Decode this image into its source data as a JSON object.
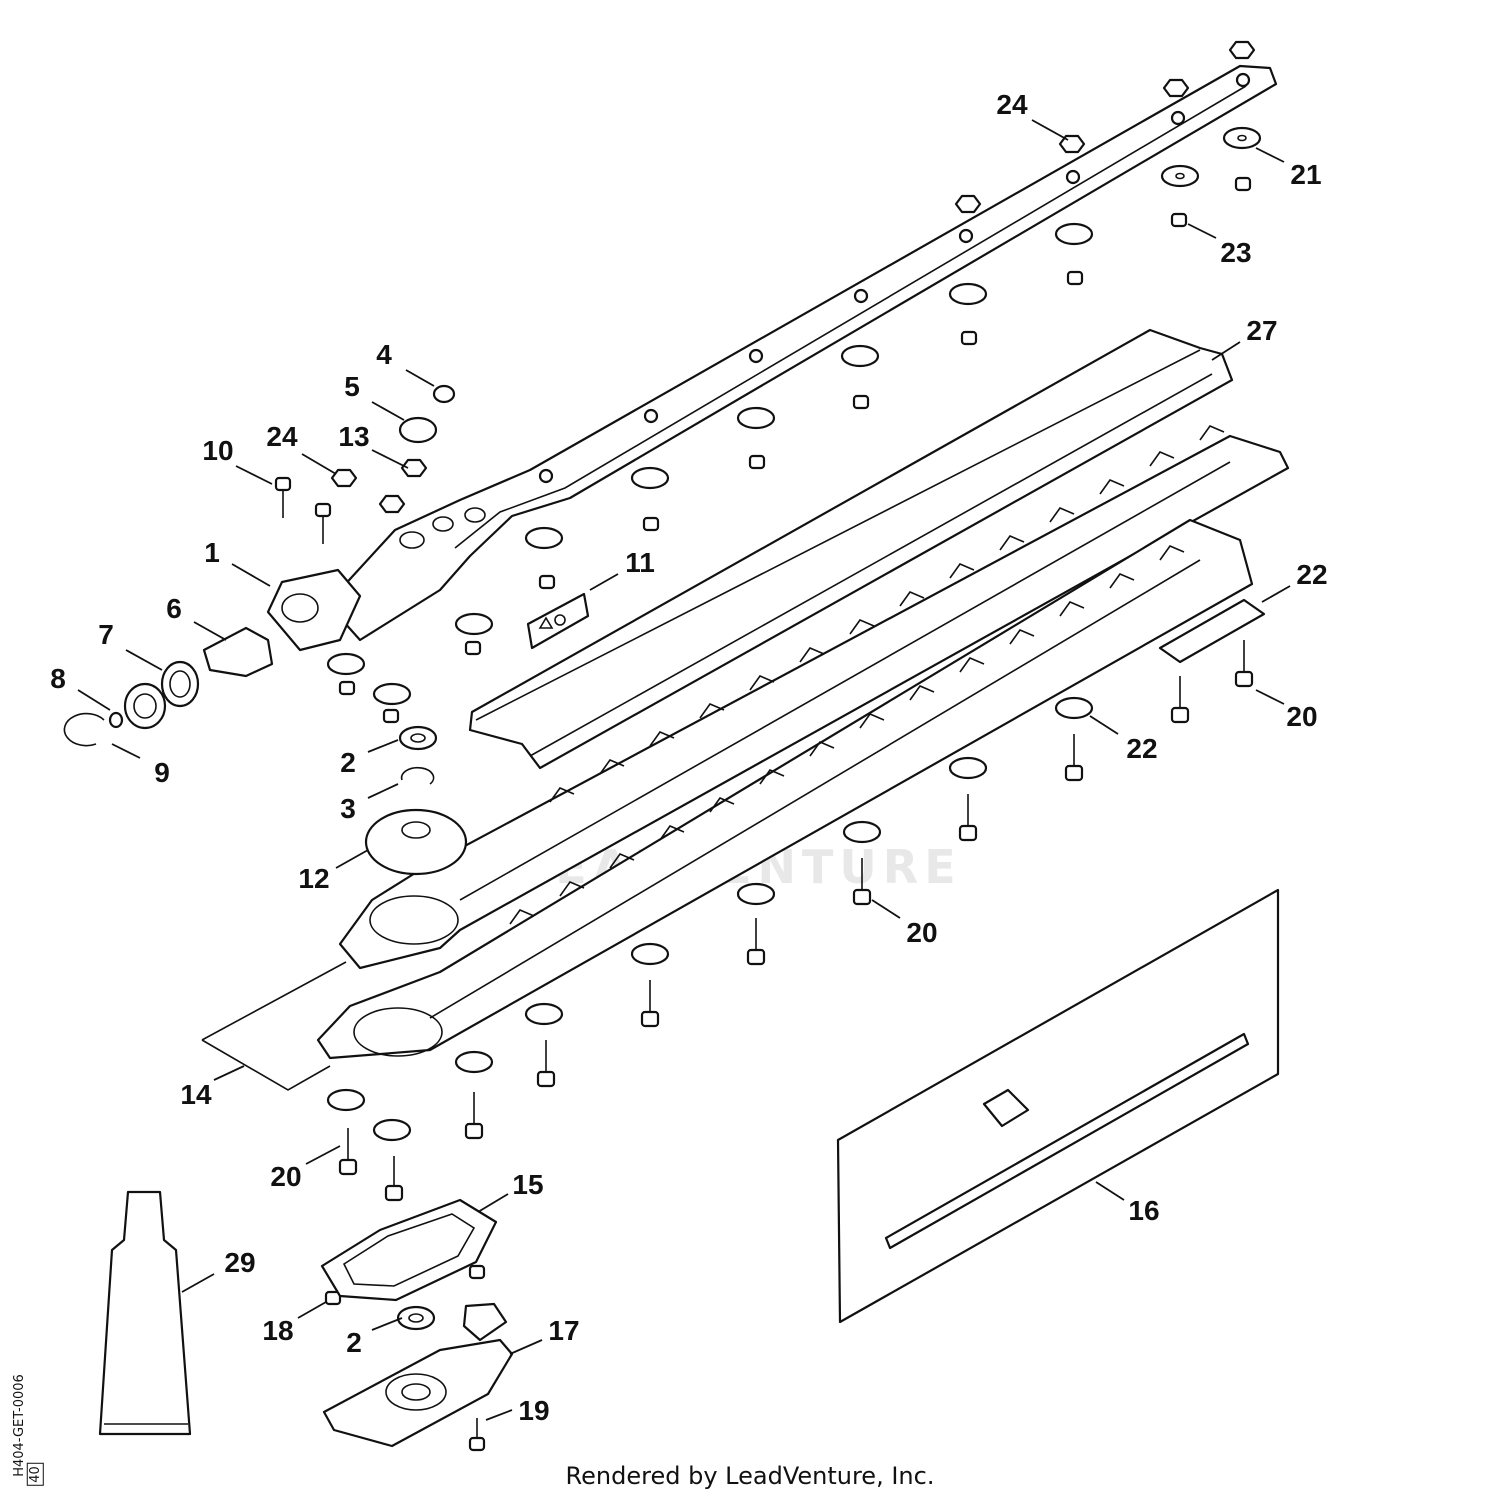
{
  "callouts": [
    {
      "id": "c1",
      "text": "1"
    },
    {
      "id": "c2a",
      "text": "2"
    },
    {
      "id": "c2b",
      "text": "2"
    },
    {
      "id": "c3",
      "text": "3"
    },
    {
      "id": "c4",
      "text": "4"
    },
    {
      "id": "c5",
      "text": "5"
    },
    {
      "id": "c6",
      "text": "6"
    },
    {
      "id": "c7",
      "text": "7"
    },
    {
      "id": "c8",
      "text": "8"
    },
    {
      "id": "c9",
      "text": "9"
    },
    {
      "id": "c10",
      "text": "10"
    },
    {
      "id": "c11",
      "text": "11"
    },
    {
      "id": "c12",
      "text": "12"
    },
    {
      "id": "c13",
      "text": "13"
    },
    {
      "id": "c14",
      "text": "14"
    },
    {
      "id": "c15",
      "text": "15"
    },
    {
      "id": "c16",
      "text": "16"
    },
    {
      "id": "c17",
      "text": "17"
    },
    {
      "id": "c18",
      "text": "18"
    },
    {
      "id": "c19",
      "text": "19"
    },
    {
      "id": "c20a",
      "text": "20"
    },
    {
      "id": "c20b",
      "text": "20"
    },
    {
      "id": "c20c",
      "text": "20"
    },
    {
      "id": "c21",
      "text": "21"
    },
    {
      "id": "c22a",
      "text": "22"
    },
    {
      "id": "c22b",
      "text": "22"
    },
    {
      "id": "c23",
      "text": "23"
    },
    {
      "id": "c24a",
      "text": "24"
    },
    {
      "id": "c24b",
      "text": "24"
    },
    {
      "id": "c27",
      "text": "27"
    },
    {
      "id": "c29",
      "text": "29"
    }
  ],
  "footer": "Rendered by LeadVenture, Inc.",
  "drawing_code": "H404-GET-0006",
  "drawing_code_2": "40",
  "watermark": "LEADVENTURE"
}
